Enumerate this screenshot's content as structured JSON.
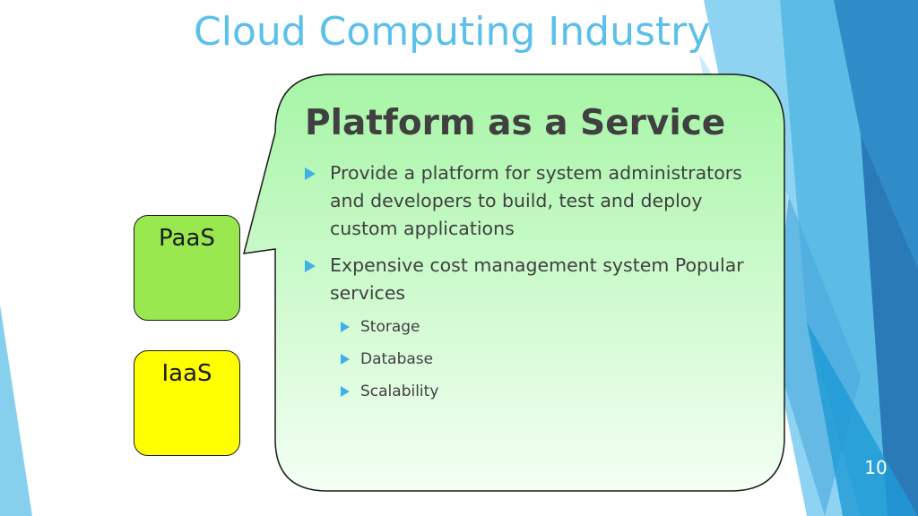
{
  "slide": {
    "title": "Cloud Computing Industry",
    "page_number": "10"
  },
  "callout": {
    "heading": "Platform as a Service",
    "bullets": [
      "Provide a platform for system administrators and developers to build, test and deploy custom applications",
      "Expensive cost management system Popular services"
    ],
    "sub_bullets": [
      "Storage",
      "Database",
      "Scalability"
    ]
  },
  "boxes": {
    "paas": "PaaS",
    "iaas": "IaaS"
  },
  "colors": {
    "title": "#5bc0eb",
    "bullet_arrow": "#3fb0e8",
    "paas_fill": "#99e84f",
    "iaas_fill": "#ffff00",
    "callout_top": "#a6f5a6",
    "callout_bottom": "#f4fff4"
  }
}
